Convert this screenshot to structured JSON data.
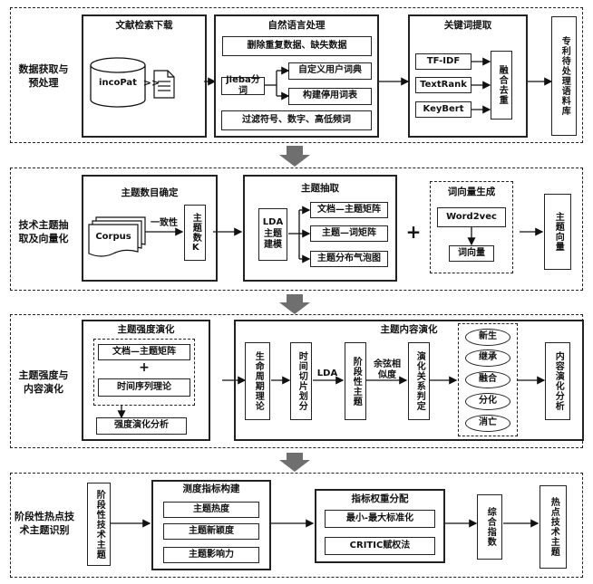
{
  "sections": {
    "s1": {
      "label": "数据获取与预处理",
      "lit": {
        "title": "文献检索下载",
        "db": "incoPat",
        "arrow": ">>"
      },
      "nlp": {
        "title": "自然语言处理",
        "dedup": "删除重复数据、缺失数据",
        "jieba": "jieba分词",
        "dict": "自定义用户词典",
        "stop": "构建停用词表",
        "filter": "过滤符号、数字、高低频词"
      },
      "kw": {
        "title": "关键词提取",
        "m1": "TF-IDF",
        "m2": "TextRank",
        "m3": "KeyBert",
        "merge": "融合去重"
      },
      "out": "专利待处理语料库"
    },
    "s2": {
      "label": "技术主题抽取及向量化",
      "num": {
        "title": "主题数目确定",
        "corpus": "Corpus",
        "coh": "一致性",
        "k": "主题数K"
      },
      "lda": {
        "title": "主题抽取",
        "model": "LDA主题建模",
        "m1": "文档—主题矩阵",
        "m2": "主题—词矩阵",
        "m3": "主题分布气泡图"
      },
      "plus": "+",
      "vec": {
        "title": "词向量生成",
        "w2v": "Word2vec",
        "wv": "词向量"
      },
      "out": "主题向量"
    },
    "s3": {
      "label": "主题强度与内容演化",
      "strength": {
        "title": "主题强度演化",
        "m1": "文档—主题矩阵",
        "plus": "+",
        "m2": "时间序列理论",
        "res": "强度演化分析"
      },
      "content": {
        "title": "主题内容演化",
        "life": "生命周期理论",
        "slice": "时间切片划分",
        "lda": "LDA",
        "stage": "阶段性主题",
        "cos": "余弦相似度",
        "rel": "演化关系判定",
        "types": [
          "新生",
          "继承",
          "融合",
          "分化",
          "消亡"
        ],
        "res": "内容演化分析"
      }
    },
    "s4": {
      "label": "阶段性热点技术主题识别",
      "input": "阶段性技术主题",
      "metrics": {
        "title": "测度指标构建",
        "m1": "主题热度",
        "m2": "主题新颖度",
        "m3": "主题影响力"
      },
      "weight": {
        "title": "指标权重分配",
        "w1": "最小-最大标准化",
        "w2": "CRITIC赋权法"
      },
      "index": "综合指数",
      "out": "热点技术主题"
    }
  }
}
